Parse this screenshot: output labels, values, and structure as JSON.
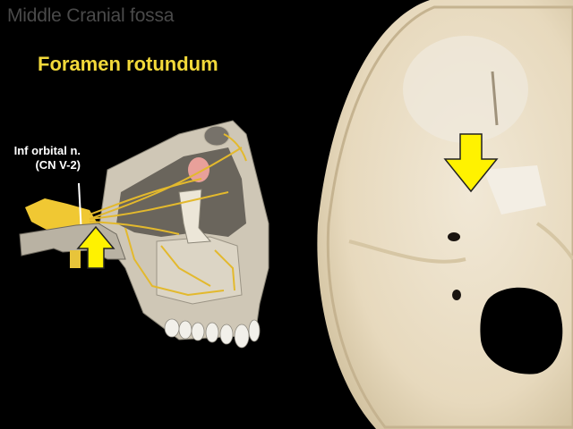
{
  "header": {
    "topic": "Middle Cranial fossa",
    "title": "Foramen rotundum"
  },
  "diagram": {
    "label_line1": "Inf orbital n.",
    "label_line2": "(CN V-2)",
    "description": "Sagittal illustration of skull with maxillary nerve branches (yellow) passing through foramen rotundum; yellow arrow points to foramen",
    "arrow_direction": "up"
  },
  "photo": {
    "description": "Superior view of cranial base (bone specimen) showing middle cranial fossa",
    "arrow_direction": "down"
  },
  "colors": {
    "background": "#000000",
    "title": "#f2d93a",
    "heading": "#4a4a4a",
    "arrow": "#fff200",
    "nerve": "#e8c22e",
    "bone": "#e8dcc2"
  }
}
